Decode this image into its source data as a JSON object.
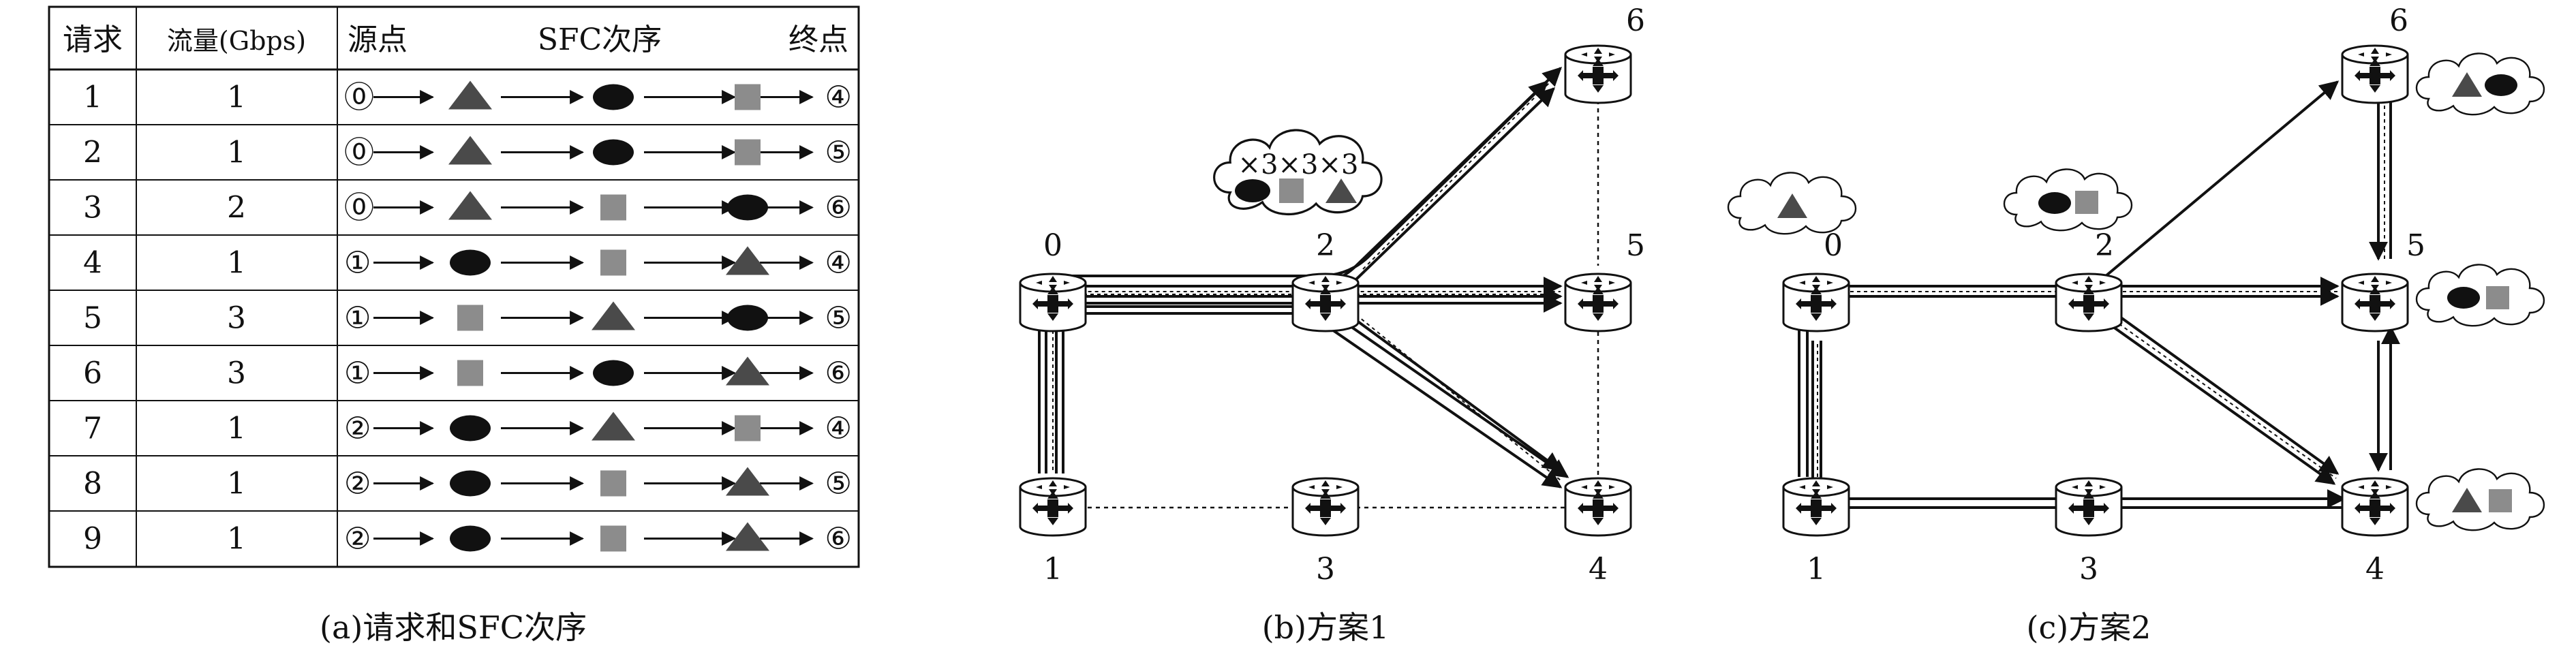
{
  "table": {
    "headers": [
      "请求",
      "流量(Gbps)",
      "源点",
      "SFC次序",
      "终点"
    ],
    "rows": [
      {
        "id": "1",
        "flow": "1",
        "src": "⓪",
        "dst": "④",
        "chain": [
          "tri",
          "ell",
          "sq"
        ]
      },
      {
        "id": "2",
        "flow": "1",
        "src": "⓪",
        "dst": "⑤",
        "chain": [
          "tri",
          "ell",
          "sq"
        ]
      },
      {
        "id": "3",
        "flow": "2",
        "src": "⓪",
        "dst": "⑥",
        "chain": [
          "tri",
          "sq",
          "ell"
        ]
      },
      {
        "id": "4",
        "flow": "1",
        "src": "①",
        "dst": "④",
        "chain": [
          "ell",
          "sq",
          "tri"
        ]
      },
      {
        "id": "5",
        "flow": "3",
        "src": "①",
        "dst": "⑤",
        "chain": [
          "sq",
          "tri",
          "ell"
        ]
      },
      {
        "id": "6",
        "flow": "3",
        "src": "①",
        "dst": "⑥",
        "chain": [
          "sq",
          "ell",
          "tri"
        ]
      },
      {
        "id": "7",
        "flow": "1",
        "src": "②",
        "dst": "④",
        "chain": [
          "ell",
          "tri",
          "sq"
        ]
      },
      {
        "id": "8",
        "flow": "1",
        "src": "②",
        "dst": "⑤",
        "chain": [
          "ell",
          "sq",
          "tri"
        ]
      },
      {
        "id": "9",
        "flow": "1",
        "src": "②",
        "dst": "⑥",
        "chain": [
          "ell",
          "sq",
          "tri"
        ]
      }
    ]
  },
  "captions": {
    "a": "(a)请求和SFC次序",
    "b": "(b)方案1",
    "c": "(c)方案2"
  },
  "plan1": {
    "cloud_label": "×3×3×3",
    "node_labels": [
      "0",
      "1",
      "2",
      "3",
      "4",
      "5",
      "6"
    ]
  },
  "plan2": {
    "node_labels": [
      "0",
      "1",
      "2",
      "3",
      "4",
      "5",
      "6"
    ]
  },
  "colors": {
    "triangle": "#4a4a4a",
    "square": "#8c8c8c",
    "ellipse": "#111111"
  }
}
